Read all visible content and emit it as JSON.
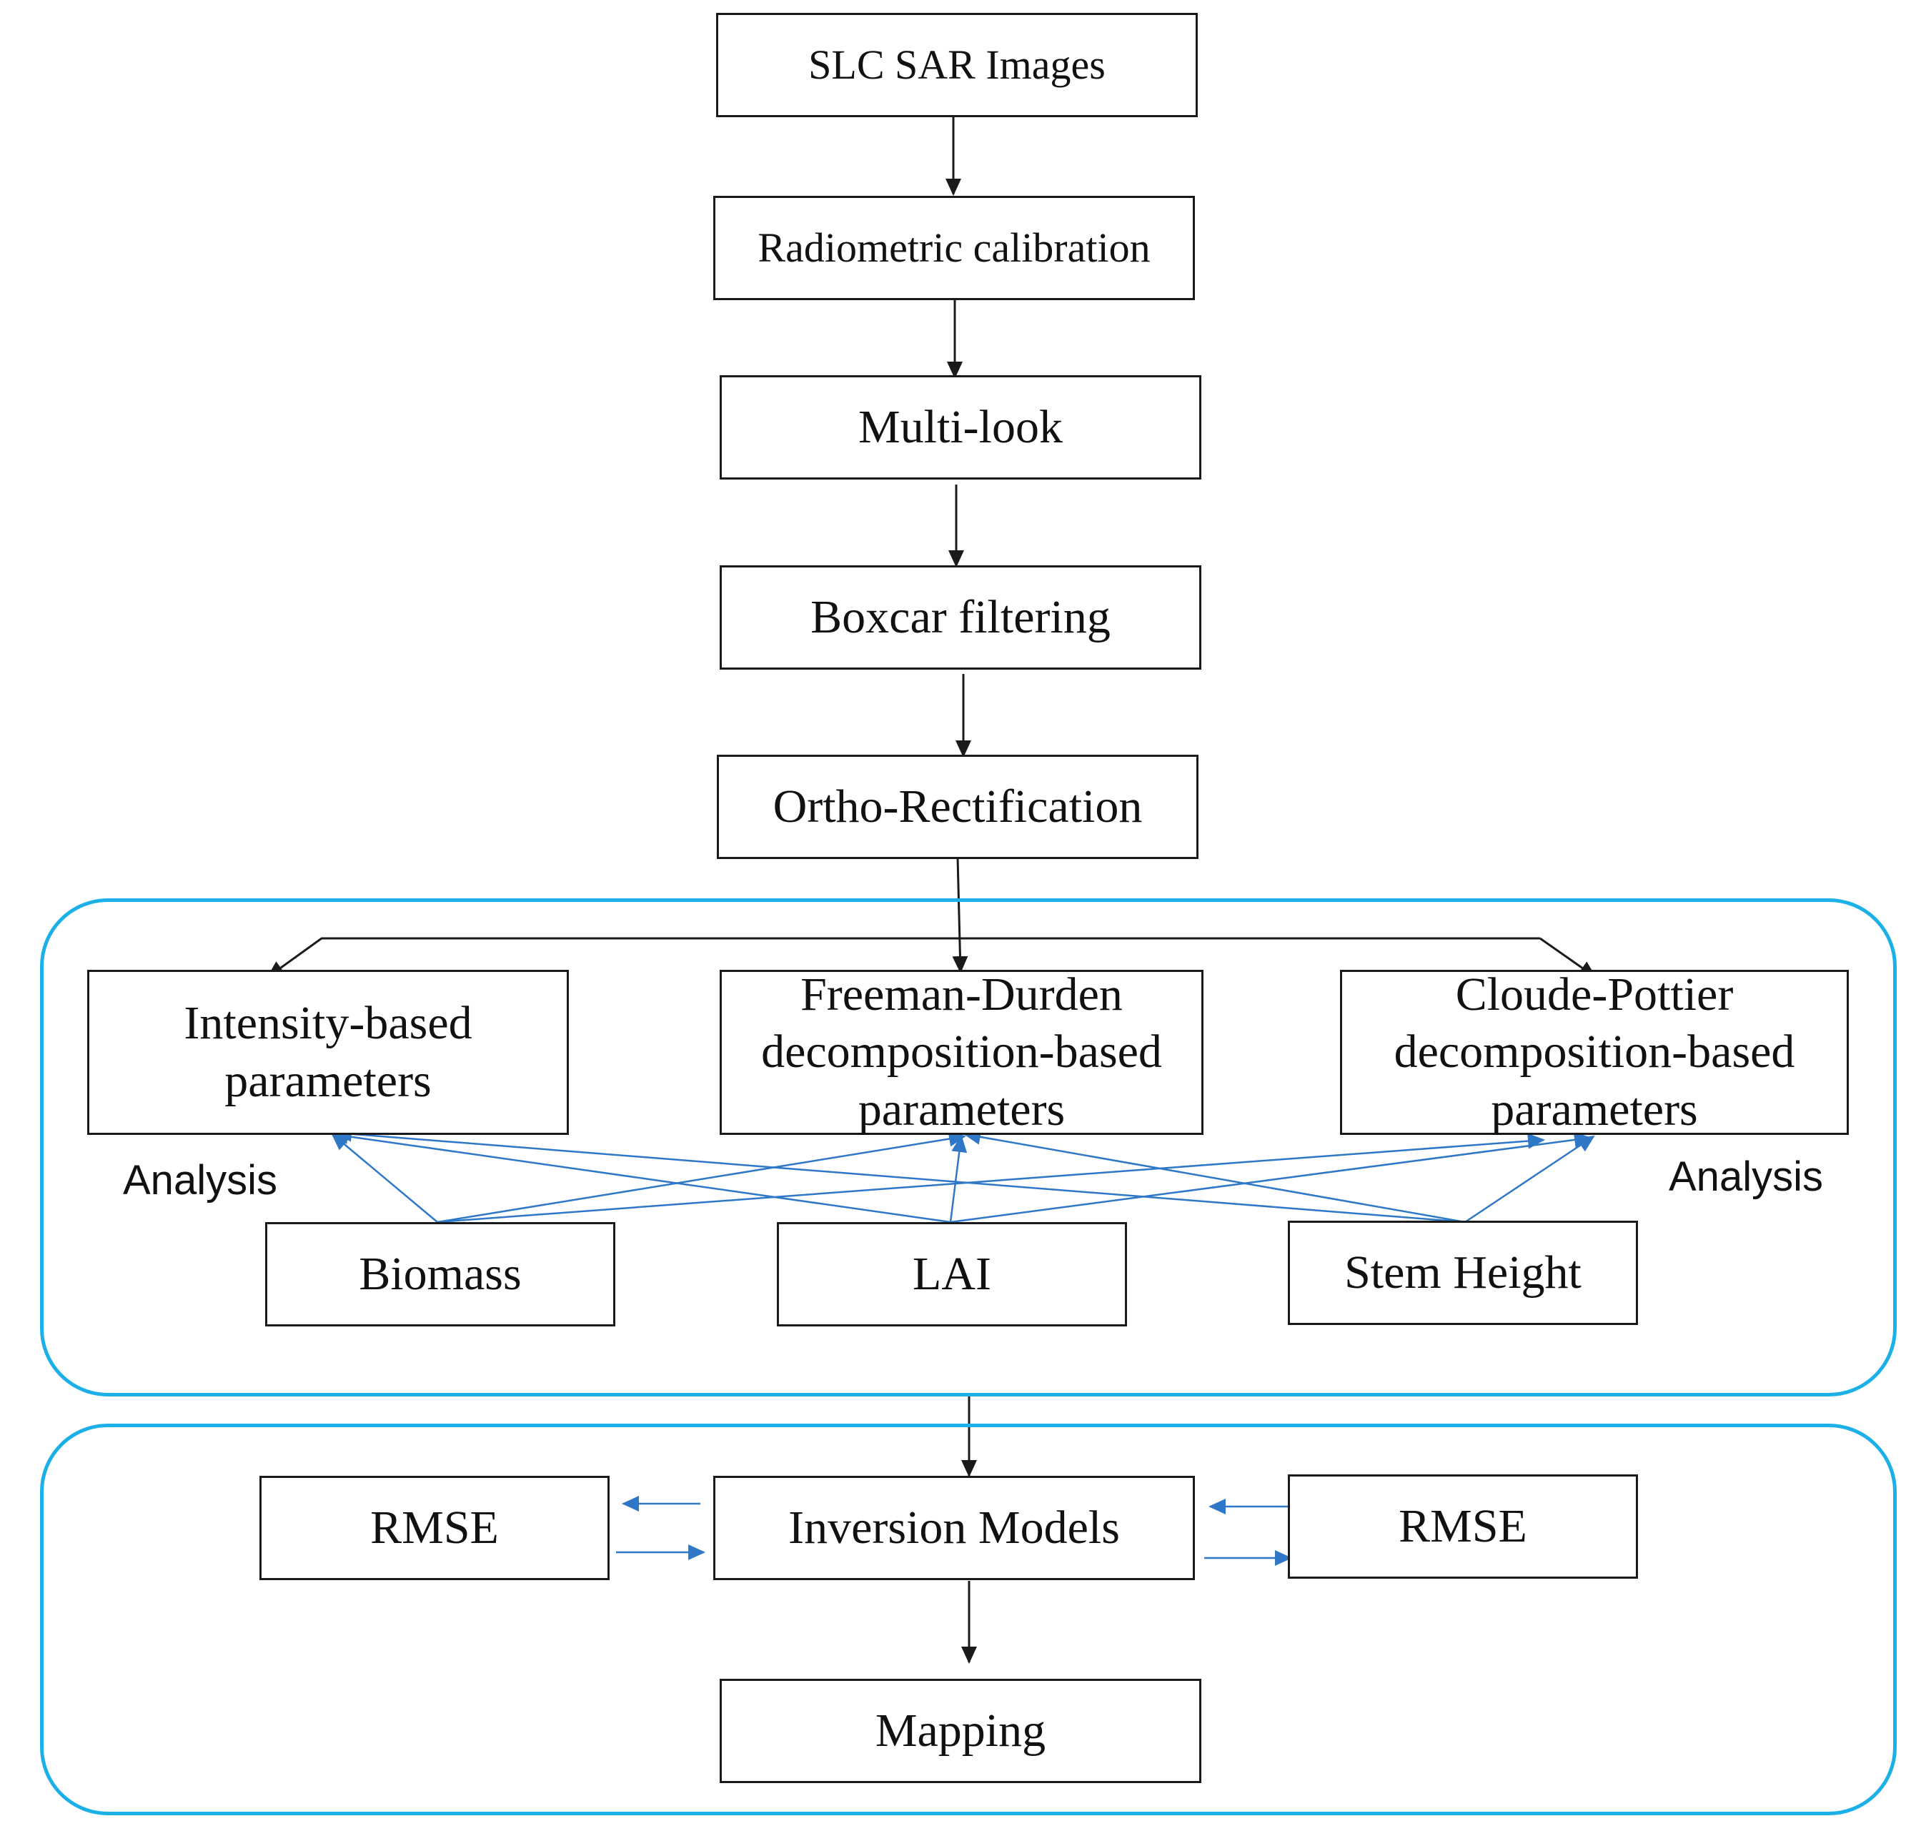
{
  "nodes": {
    "slc": "SLC SAR Images",
    "radiometric": "Radiometric calibration",
    "multilook": "Multi-look",
    "boxcar": "Boxcar filtering",
    "ortho": "Ortho-Rectification",
    "intensity": "Intensity-based parameters",
    "freeman": "Freeman-Durden decomposition-based parameters",
    "cloude": "Cloude-Pottier decomposition-based parameters",
    "biomass": "Biomass",
    "lai": "LAI",
    "stem": "Stem Height",
    "rmse_left": "RMSE",
    "inversion": "Inversion Models",
    "rmse_right": "RMSE",
    "mapping": "Mapping"
  },
  "labels": {
    "analysis_left": "Analysis",
    "analysis_right": "Analysis"
  },
  "colors": {
    "panel_border": "#1cb0e8",
    "blue_arrow": "#2f78c8",
    "black_arrow": "#1a1a1a"
  }
}
